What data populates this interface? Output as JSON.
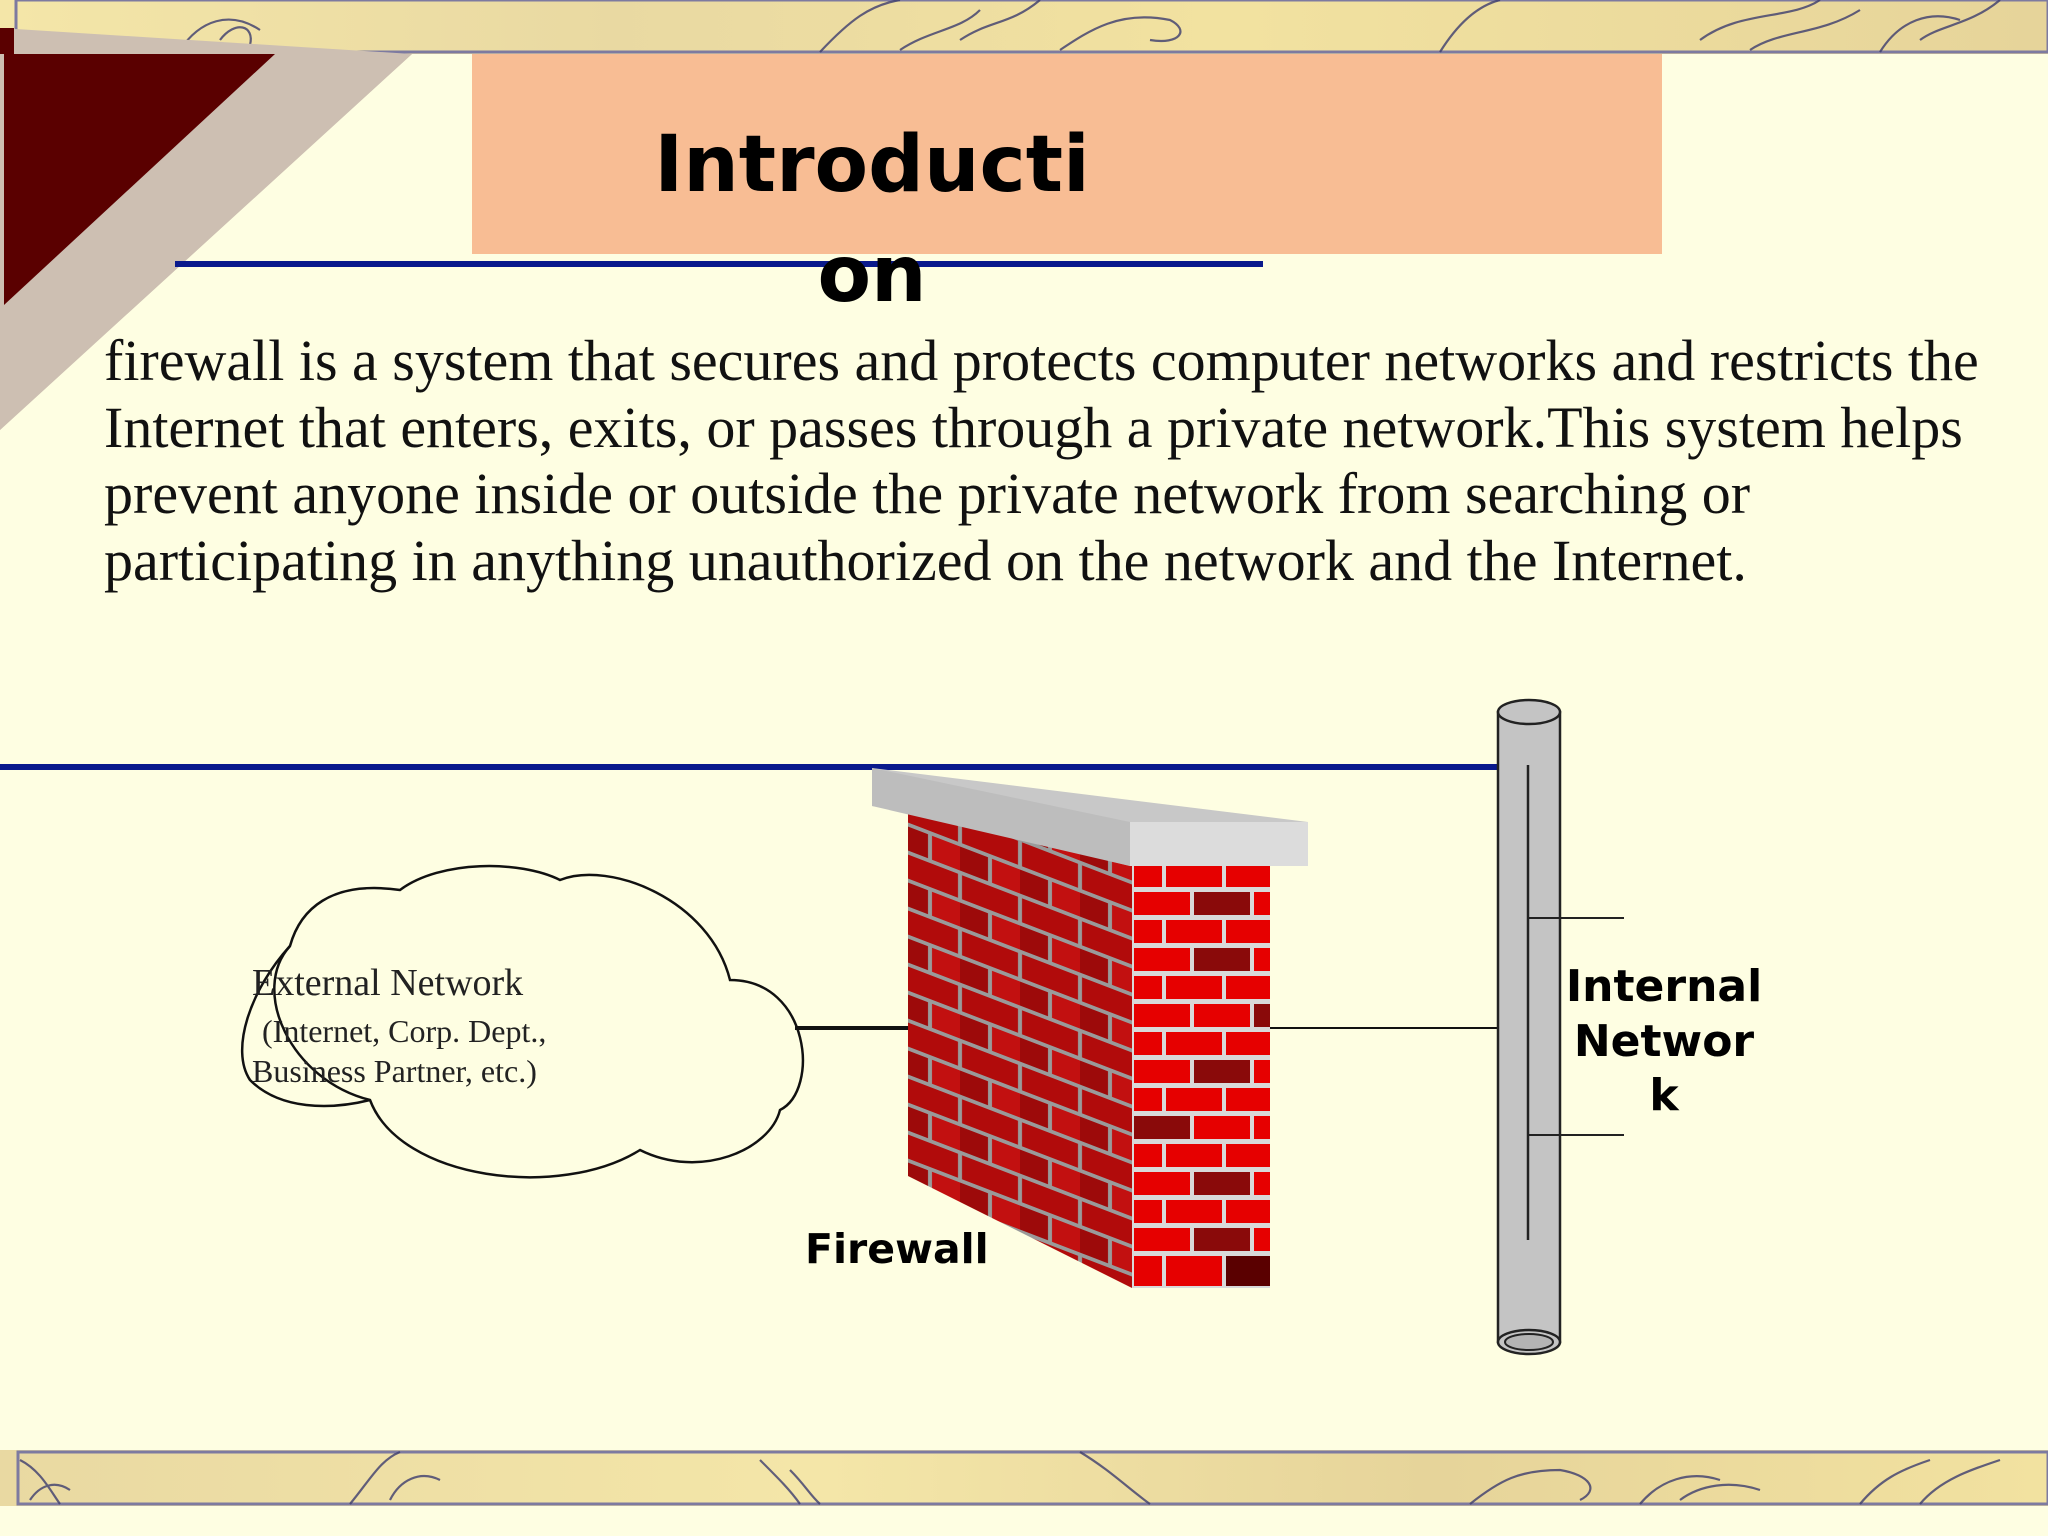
{
  "slide": {
    "title": "Introduction",
    "body": " firewall is a system that secures and protects computer networks and restricts the Internet that enters, exits, or passes through a private network.This system helps prevent anyone inside or outside the private network from searching or participating in anything unauthorized on the network and the Internet."
  },
  "diagram": {
    "external_network": {
      "line1": "External Network",
      "line2": "(Internet, Corp. Dept.,",
      "line3": "Business Partner, etc.)"
    },
    "firewall_label": "Firewall",
    "internal_network": {
      "line1": "Internal",
      "line2": "Networ",
      "line3": "k"
    }
  },
  "colors": {
    "background": "#fefee2",
    "title_box": "#f8bd94",
    "rule": "#0a1a8c",
    "corner_dark": "#5a0000",
    "corner_light": "#cdbfb2",
    "brick_red": "#e00000",
    "brick_dark": "#8a0a0a",
    "pipe": "#c4c4c4"
  }
}
